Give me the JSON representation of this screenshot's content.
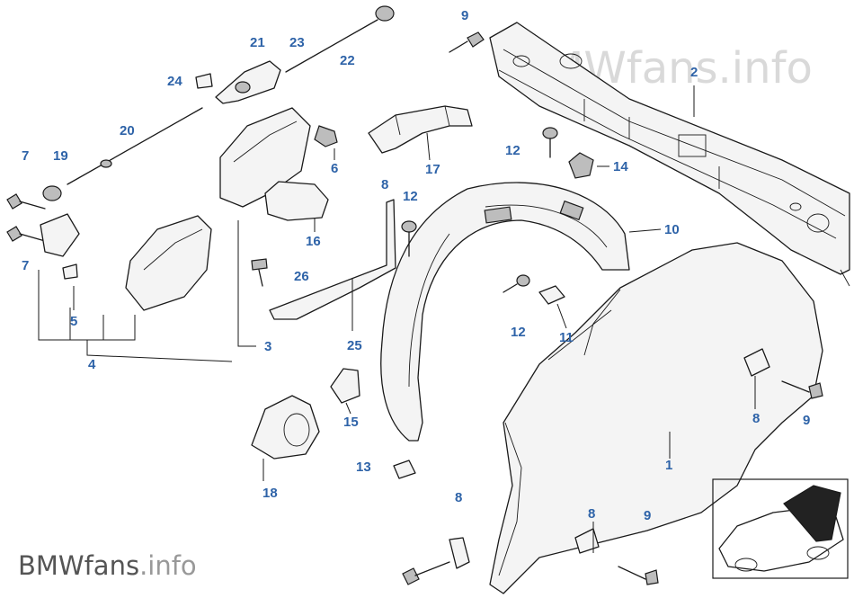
{
  "watermark": {
    "top_brand": "BMWfans",
    "top_suffix": ".info",
    "bottom_brand": "BMWfans",
    "bottom_suffix": ".info"
  },
  "colors": {
    "callout": "#2e63a8",
    "line": "#1a1a1a",
    "watermark_top": "#d9d9d9",
    "watermark_bottom_dark": "#555555",
    "watermark_bottom_light": "#999999"
  },
  "callouts": {
    "c1": "1",
    "c2": "2",
    "c3": "3",
    "c4": "4",
    "c5": "5",
    "c6": "6",
    "c7a": "7",
    "c7b": "7",
    "c8a": "8",
    "c8b": "8",
    "c8c": "8",
    "c8d": "8",
    "c9a": "9",
    "c9b": "9",
    "c9c": "9",
    "c10": "10",
    "c11": "11",
    "c12a": "12",
    "c12b": "12",
    "c12c": "12",
    "c13": "13",
    "c14": "14",
    "c15": "15",
    "c16": "16",
    "c17": "17",
    "c18": "18",
    "c19": "19",
    "c20": "20",
    "c21": "21",
    "c22": "22",
    "c23": "23",
    "c24": "24",
    "c25": "25",
    "c26": "26"
  }
}
